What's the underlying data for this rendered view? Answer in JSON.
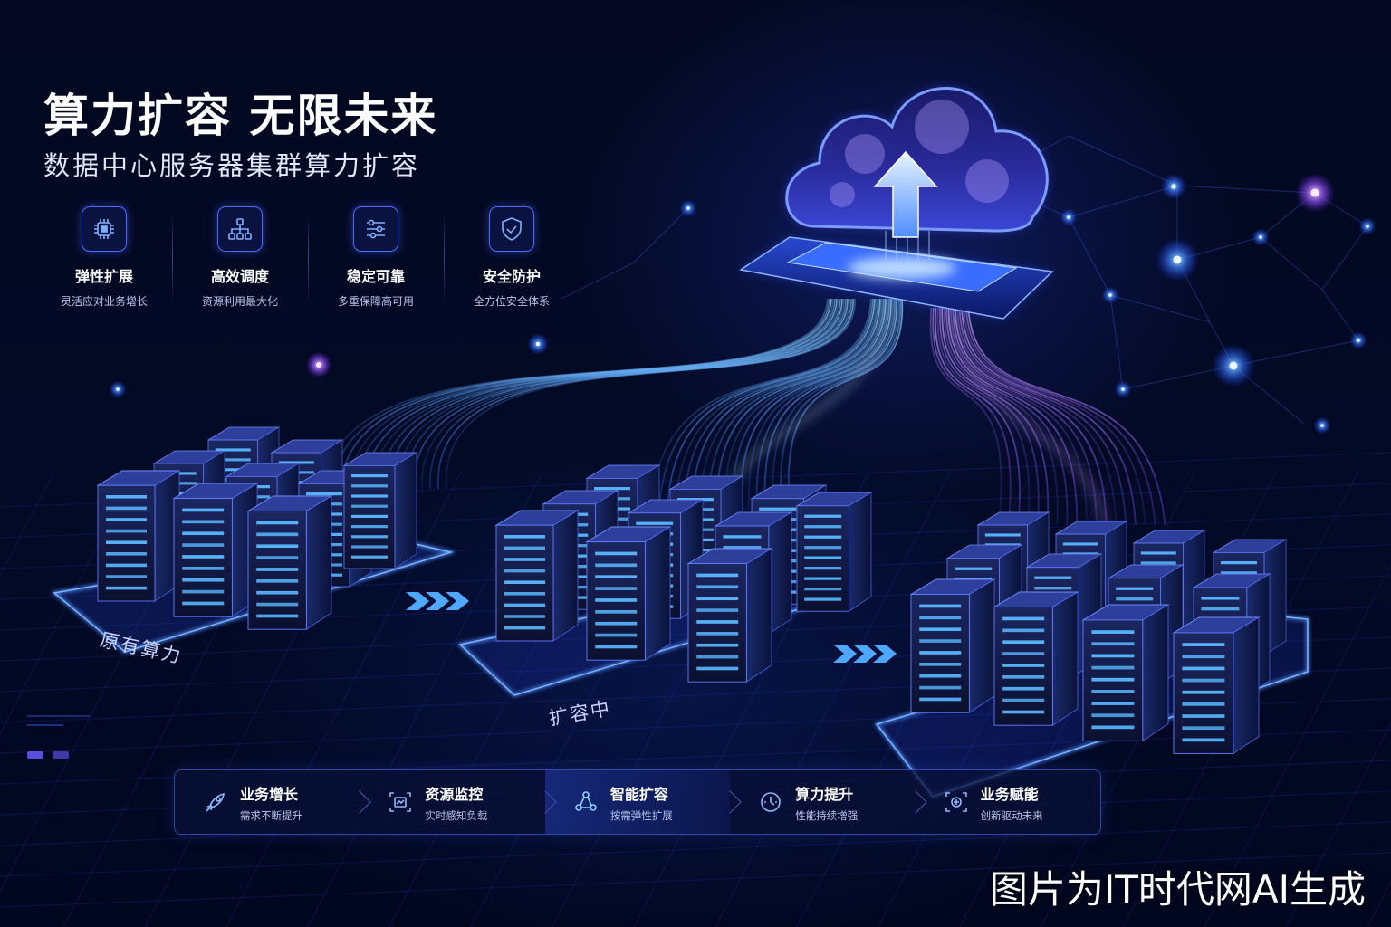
{
  "header": {
    "title": "算力扩容  无限未来",
    "subtitle": "数据中心服务器集群算力扩容"
  },
  "features": [
    {
      "icon": "chip-icon",
      "title": "弹性扩展",
      "desc": "灵活应对业务增长"
    },
    {
      "icon": "network-hierarchy-icon",
      "title": "高效调度",
      "desc": "资源利用最大化"
    },
    {
      "icon": "sliders-icon",
      "title": "稳定可靠",
      "desc": "多重保障高可用"
    },
    {
      "icon": "shield-check-icon",
      "title": "安全防护",
      "desc": "全方位安全体系"
    }
  ],
  "stages": {
    "original": "原有算力",
    "expanding": "扩容中"
  },
  "flow": [
    {
      "icon": "rocket-icon",
      "title": "业务增长",
      "desc": "需求不断提升"
    },
    {
      "icon": "monitor-scan-icon",
      "title": "资源监控",
      "desc": "实时感知负载"
    },
    {
      "icon": "nodes-icon",
      "title": "智能扩容",
      "desc": "按需弹性扩展",
      "active": true
    },
    {
      "icon": "performance-icon",
      "title": "算力提升",
      "desc": "性能持续增强"
    },
    {
      "icon": "empower-icon",
      "title": "业务赋能",
      "desc": "创新驱动未来"
    }
  ],
  "watermark": "图片为IT时代网AI生成",
  "colors": {
    "background": "#02061a",
    "accent_blue": "#3d7bff",
    "accent_cyan": "#4fd3ff",
    "accent_purple": "#9a5bff"
  }
}
